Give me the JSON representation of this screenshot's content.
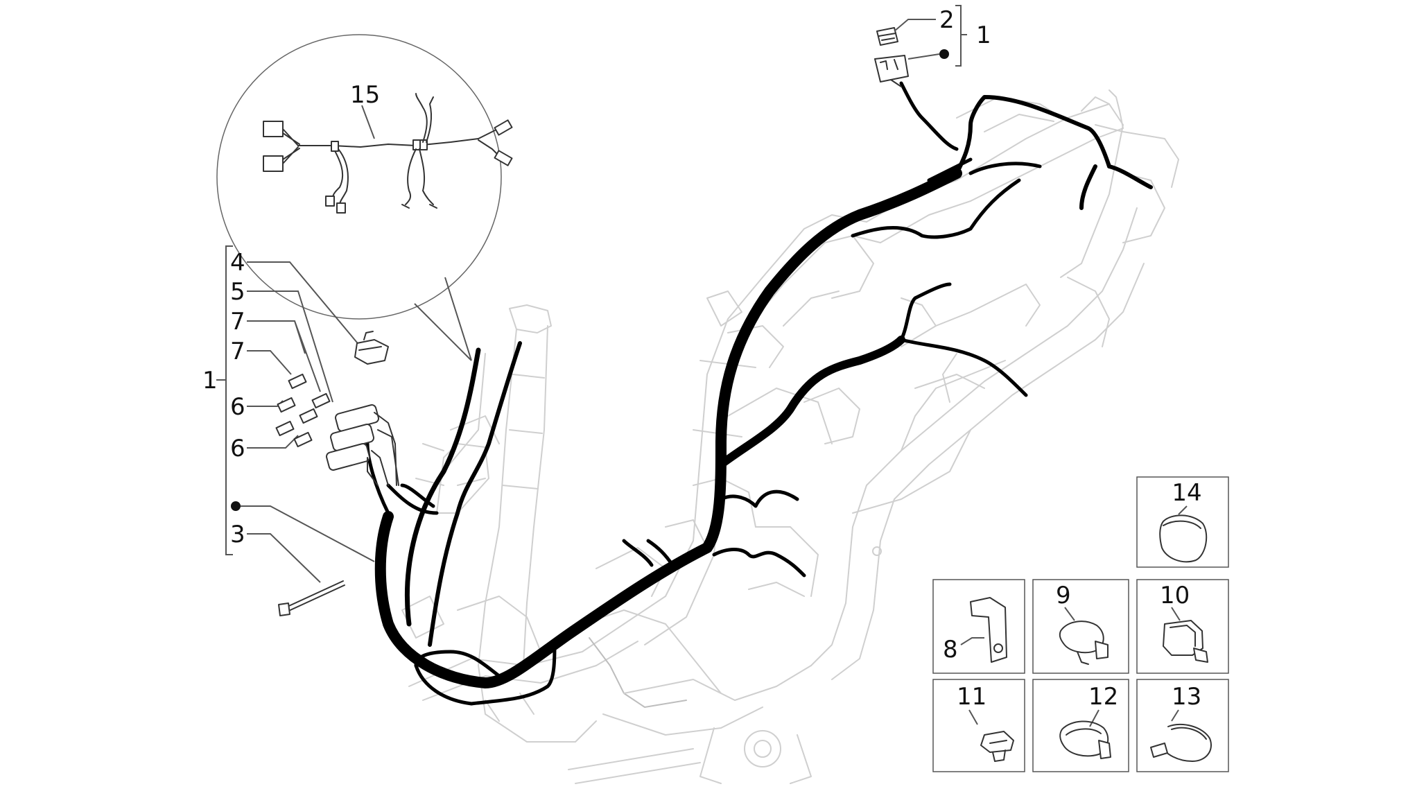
{
  "diagram": {
    "callouts": {
      "c1_top": "1",
      "c2": "2",
      "c1_left": "1",
      "c3": "3",
      "c4": "4",
      "c5": "5",
      "c6a": "6",
      "c6b": "6",
      "c7a": "7",
      "c7b": "7",
      "c8": "8",
      "c9": "9",
      "c10": "10",
      "c11": "11",
      "c12": "12",
      "c13": "13",
      "c14": "14",
      "c15": "15"
    },
    "colors": {
      "harness": "#000000",
      "frame_outline": "#cfcfcf",
      "leader": "#555555"
    }
  }
}
